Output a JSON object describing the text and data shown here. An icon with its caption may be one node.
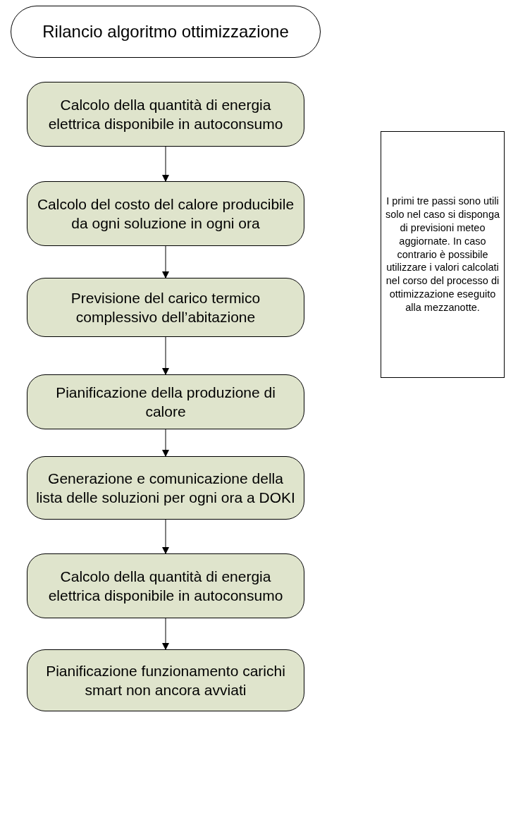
{
  "diagram": {
    "nodes": [
      {
        "text": [
          "Rilancio algoritmo ottimizzazione"
        ]
      },
      {
        "text": [
          "Calcolo della quantità di energia elettrica disponibile in autoconsumo"
        ]
      },
      {
        "text": [
          "Calcolo del costo del calore producibile da ogni soluzione in ogni ora"
        ]
      },
      {
        "text": [
          "Previsione del carico termico complessivo dell’abitazione"
        ]
      },
      {
        "text": [
          "Pianificazione della produzione di calore"
        ]
      },
      {
        "text": [
          "Generazione e comunicazione della lista delle soluzioni per ogni ora a DOKI"
        ]
      },
      {
        "text": [
          "Calcolo della quantità di energia elettrica disponibile in autoconsumo"
        ]
      },
      {
        "text": [
          "Pianificazione funzionamento carichi smart non ancora avviati"
        ]
      },
      {
        "text": [
          "I primi tre passi sono utili solo nel caso si disponga di previsioni meteo aggiornate. In caso contrario è possibile utilizzare i valori calcolati nel corso del processo di ottimizzazione eseguito alla mezzanotte."
        ]
      }
    ],
    "edges": [
      {
        "from": 1,
        "to": 2,
        "arrow": "to"
      },
      {
        "from": 2,
        "to": 3,
        "arrow": "to"
      },
      {
        "from": 3,
        "to": 4,
        "arrow": "to"
      },
      {
        "from": 4,
        "to": 5,
        "arrow": "to"
      },
      {
        "from": 5,
        "to": 6,
        "arrow": "to"
      },
      {
        "from": 6,
        "to": 7,
        "arrow": "to"
      }
    ]
  }
}
